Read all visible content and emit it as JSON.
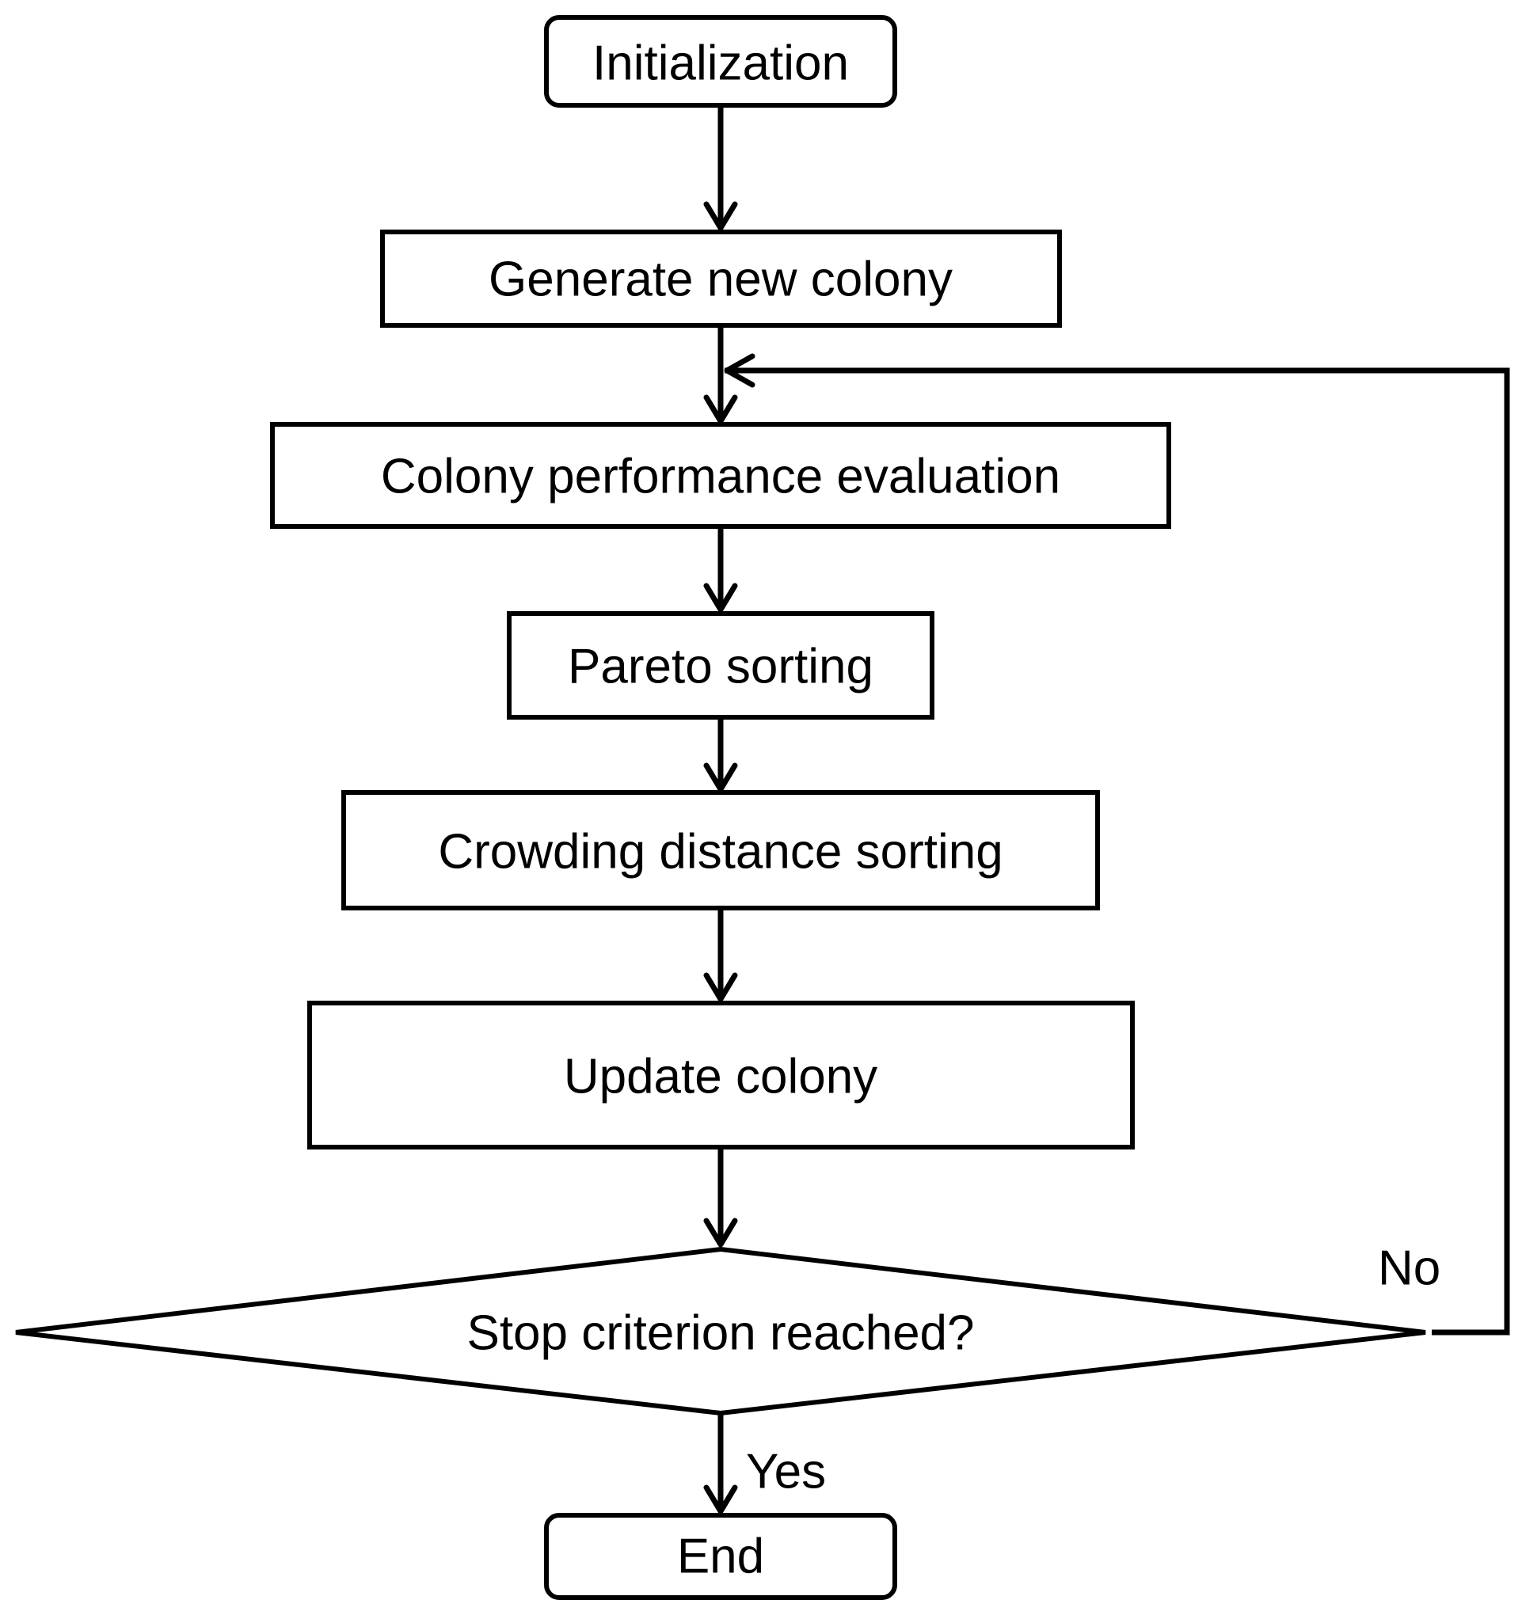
{
  "diagram": {
    "nodes": {
      "initialization": "Initialization",
      "generate": "Generate new colony",
      "evaluate": "Colony performance evaluation",
      "pareto": "Pareto sorting",
      "crowding": "Crowding distance sorting",
      "update": "Update colony",
      "decision": "Stop criterion reached?",
      "end": "End"
    },
    "edge_labels": {
      "no": "No",
      "yes": "Yes"
    },
    "edges": [
      {
        "from": "initialization",
        "to": "generate"
      },
      {
        "from": "generate",
        "to": "evaluate"
      },
      {
        "from": "evaluate",
        "to": "pareto"
      },
      {
        "from": "pareto",
        "to": "crowding"
      },
      {
        "from": "crowding",
        "to": "update"
      },
      {
        "from": "update",
        "to": "decision"
      },
      {
        "from": "decision",
        "to": "end",
        "label": "Yes"
      },
      {
        "from": "decision",
        "to": "evaluate",
        "label": "No"
      }
    ],
    "colors": {
      "stroke": "#000000",
      "background": "#ffffff"
    }
  }
}
